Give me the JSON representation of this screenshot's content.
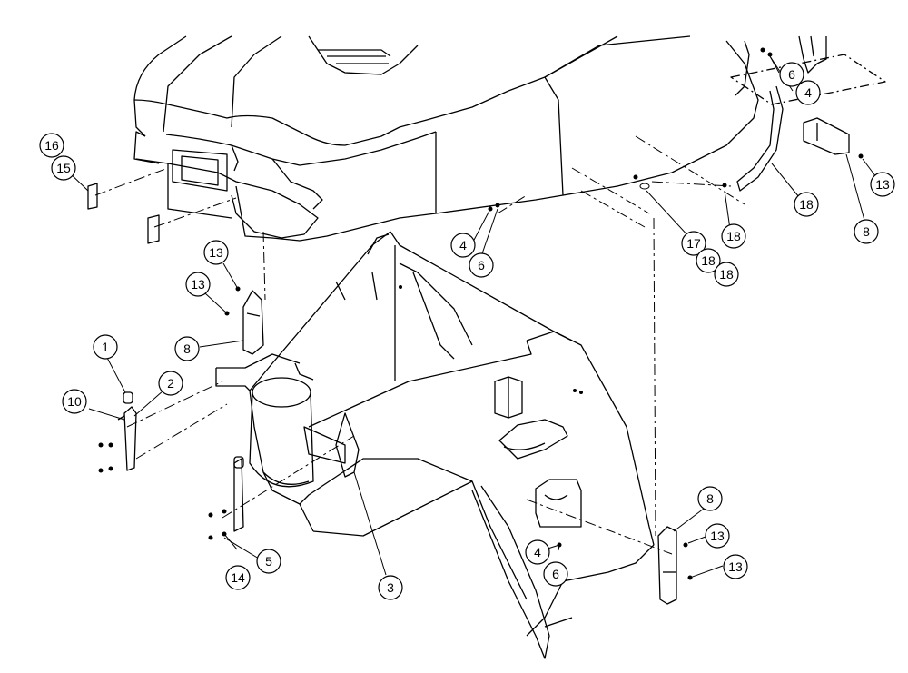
{
  "callouts": [
    {
      "id": "c16",
      "label": "16"
    },
    {
      "id": "c15",
      "label": "15"
    },
    {
      "id": "c13a",
      "label": "13"
    },
    {
      "id": "c13b",
      "label": "13"
    },
    {
      "id": "c8a",
      "label": "8"
    },
    {
      "id": "c1",
      "label": "1"
    },
    {
      "id": "c2",
      "label": "2"
    },
    {
      "id": "c10",
      "label": "10"
    },
    {
      "id": "c14",
      "label": "14"
    },
    {
      "id": "c5",
      "label": "5"
    },
    {
      "id": "c3",
      "label": "3"
    },
    {
      "id": "c4a",
      "label": "4"
    },
    {
      "id": "c6a",
      "label": "6"
    },
    {
      "id": "c4b",
      "label": "4"
    },
    {
      "id": "c6b",
      "label": "6"
    },
    {
      "id": "c6c",
      "label": "6"
    },
    {
      "id": "c4c",
      "label": "4"
    },
    {
      "id": "c17",
      "label": "17"
    },
    {
      "id": "c18a",
      "label": "18"
    },
    {
      "id": "c18b",
      "label": "18"
    },
    {
      "id": "c18c",
      "label": "18"
    },
    {
      "id": "c18d",
      "label": "18"
    },
    {
      "id": "c8b",
      "label": "8"
    },
    {
      "id": "c13c",
      "label": "13"
    },
    {
      "id": "c8c",
      "label": "8"
    },
    {
      "id": "c13d",
      "label": "13"
    },
    {
      "id": "c13e",
      "label": "13"
    }
  ],
  "colors": {
    "ink": "#000000",
    "paper": "#ffffff"
  }
}
